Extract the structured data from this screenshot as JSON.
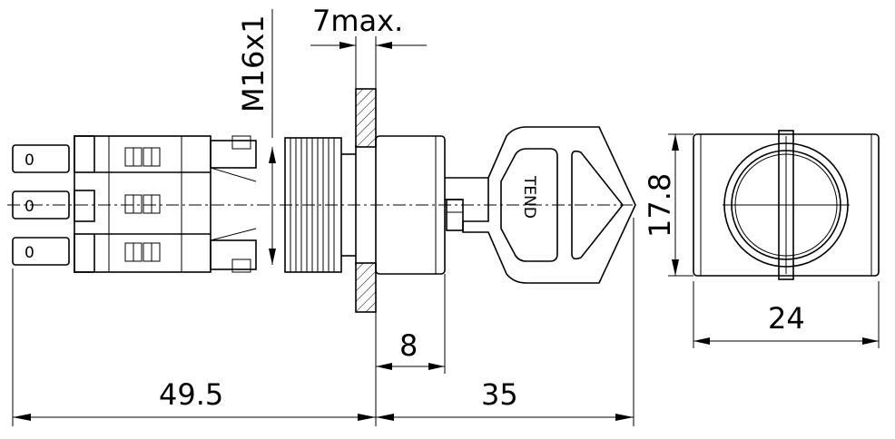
{
  "dimensions": {
    "body_length": "49.5",
    "key_length": "35",
    "bezel_depth": "8",
    "panel_max": "7max.",
    "thread": "M16x1",
    "height": "17.8",
    "width": "24"
  },
  "key_label": "TEND",
  "terminal_mark": "0"
}
